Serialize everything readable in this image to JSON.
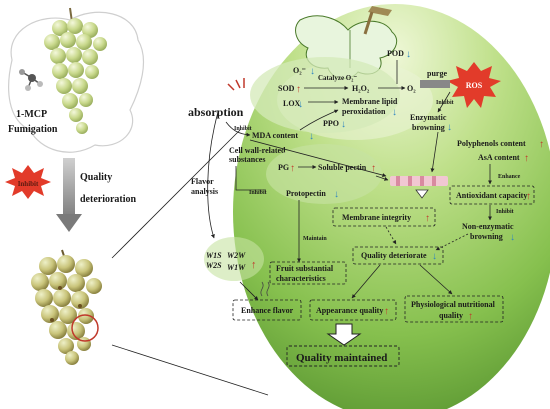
{
  "left": {
    "treatment": "1-MCP",
    "method": "Fumigation",
    "inhibit": "Inhibit",
    "quality_line1": "Quality",
    "quality_line2": "deterioration"
  },
  "main": {
    "absorption": "absorption",
    "o2": "O₂⁻",
    "sod": "SOD",
    "lox": "LOX",
    "ppo": "PPO",
    "pod": "POD",
    "catalyze": "Catalyze  O₂⁻",
    "h2o2": "H₂O₂",
    "o2b": "O₂",
    "purge": "purge",
    "ros": "ROS",
    "membrane_lipid1": "Membrane lipid",
    "membrane_lipid2": "peroxidation",
    "inhibit_a": "Inhibit",
    "inhibit_b": "Inhibit",
    "inhibit_c": "Inhibit",
    "inhibit_d": "Inhibit",
    "mda": "MDA content",
    "enzymatic1": "Enzymatic",
    "enzymatic2": "browning",
    "cellwall1": "Cell wall-related",
    "cellwall2": "substances",
    "pg": "PG",
    "soluble_pectin": "Soluble pectin",
    "protopectin": "Protopectin",
    "polyphenols": "Polyphenols content",
    "asa": "AsA content",
    "enhance": "Enhance",
    "antioxidant": "Antioxidant capacity",
    "nonenz1": "Non-enzymatic",
    "nonenz2": "browning",
    "membrane_integrity": "Membrane integrity",
    "flavor1": "Flavor",
    "flavor2": "analysis",
    "w1s": "W1S",
    "w2s": "W2S",
    "w2w": "W2W",
    "w1w": "W1W",
    "maintain": "Maintain",
    "fruit1": "Fruit substantial",
    "fruit2": "characteristics",
    "quality_det": "Quality deteriorate",
    "enhance_flavor": "Enhance flavor",
    "appearance": "Appearance quality",
    "physio1": "Physiological nutritional",
    "physio2": "quality",
    "quality_maintained": "Quality maintained"
  },
  "colors": {
    "up_arrow": "#c0392b",
    "down_arrow": "#2e86c1",
    "sphere_light": "#dff0b8",
    "sphere_dark": "#6fae3c"
  }
}
